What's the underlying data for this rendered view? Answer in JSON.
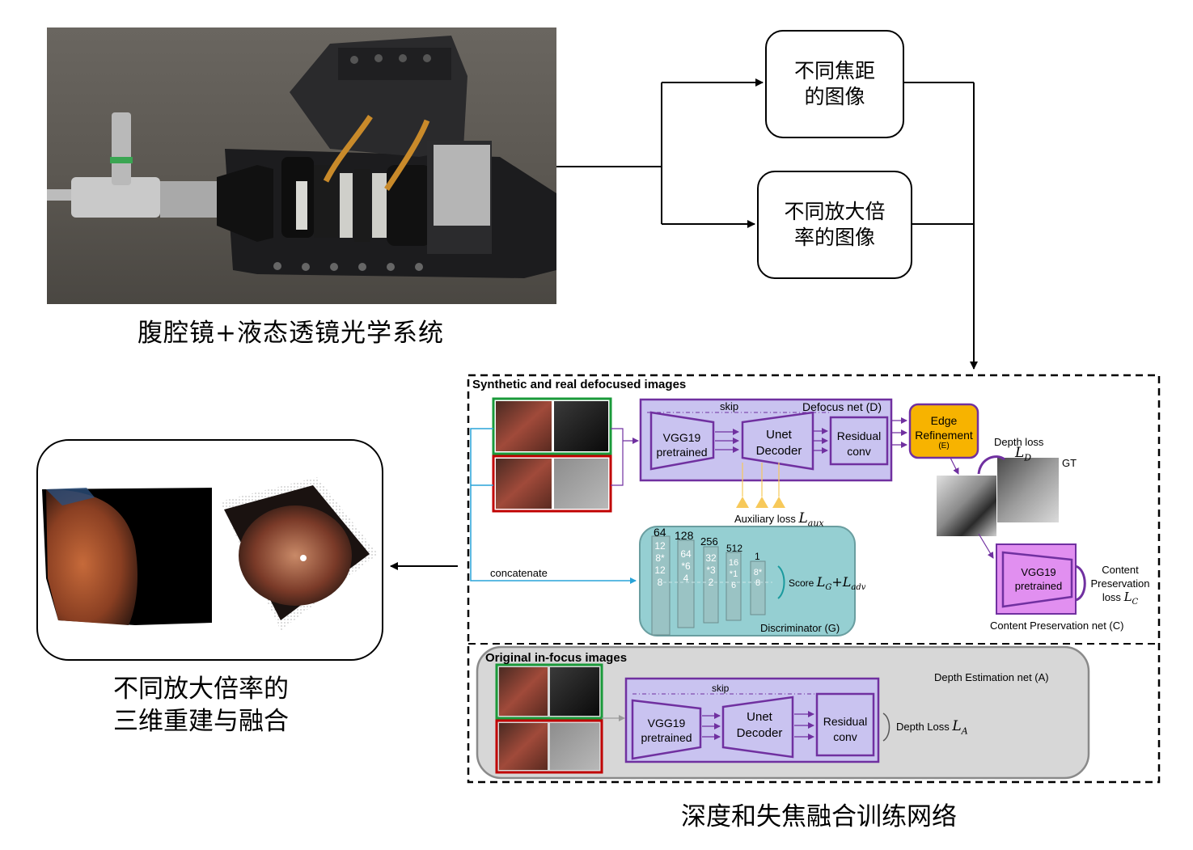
{
  "captions": {
    "system": "腹腔镜+液态透镜光学系统",
    "reconstruction_line1": "不同放大倍率的",
    "reconstruction_line2": "三维重建与融合",
    "network": "深度和失焦融合训练网络"
  },
  "boxes": {
    "focal_images": "不同焦距\n的图像",
    "magnification_images": "不同放大倍\n率的图像"
  },
  "network": {
    "top_title": "Synthetic and real defocused images",
    "defocus_net": {
      "name": "Defocus net (D)",
      "skip": "skip",
      "encoder": [
        "VGG19",
        "pretrained"
      ],
      "decoder": [
        "Unet",
        "Decoder"
      ],
      "residual": [
        "Residual",
        "conv"
      ]
    },
    "edge": {
      "line1": "Edge",
      "line2": "Refinement",
      "tag": "(E)"
    },
    "depth_loss": {
      "label": "Depth loss",
      "symbol": "L",
      "sub": "D"
    },
    "gt": "GT",
    "aux_loss": {
      "label": "Auxiliary loss",
      "symbol": "L",
      "sub": "aux"
    },
    "concatenate": "concatenate",
    "discriminator": {
      "name": "Discriminator (G)",
      "channels": [
        "64",
        "128",
        "256",
        "512",
        "1"
      ],
      "dims": [
        "128*128",
        "64*64",
        "32*32",
        "16*16",
        "8*8"
      ],
      "score": "Score",
      "loss_g": "L",
      "loss_g_sub": "G",
      "plus": "+",
      "loss_adv": "L",
      "loss_adv_sub": "adv"
    },
    "content_net": {
      "encoder": [
        "VGG19",
        "pretrained"
      ],
      "loss_label": [
        "Content",
        "Preservation",
        "loss"
      ],
      "loss_symbol": "L",
      "loss_sub": "C",
      "name": "Content Preservation net (C)"
    },
    "bottom_title": "Original in-focus images",
    "depth_net": {
      "name": "Depth Estimation net (A)",
      "skip": "skip",
      "encoder": [
        "VGG19",
        "pretrained"
      ],
      "decoder": [
        "Unet",
        "Decoder"
      ],
      "residual": [
        "Residual",
        "conv"
      ],
      "loss_label": "Depth Loss",
      "loss_symbol": "L",
      "loss_sub": "A"
    }
  },
  "colors": {
    "purple": "#7030a0",
    "lavender": "#c9c3f0",
    "edge_fill": "#f7b300",
    "disc_fill": "#95cfd2",
    "content_fill": "#e18ff0",
    "gray_panel": "#d7d7d7",
    "green_frame": "#1a9a3a",
    "red_frame": "#c00000",
    "concat_blue": "#28a3d8"
  }
}
